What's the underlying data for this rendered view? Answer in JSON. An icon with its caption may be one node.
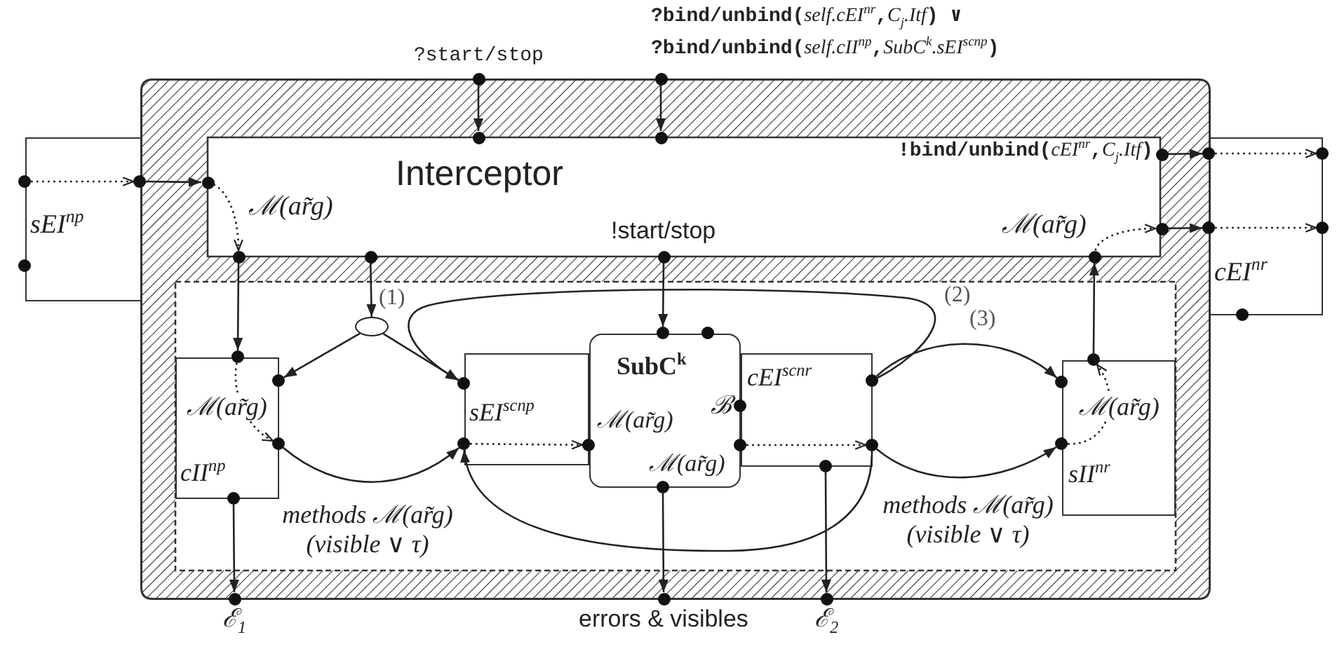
{
  "diagram": {
    "nodes": [
      {
        "text": [
          "Interceptor"
        ]
      },
      {
        "text": [
          "sEI$^{np}$"
        ]
      },
      {
        "text": [
          "cEI$^{nr}$"
        ]
      },
      {
        "text": [
          "cII$^{np}$"
        ],
        "in": 0
      },
      {
        "text": [],
        "shape": "ellipse",
        "in": 0
      },
      {
        "text": [
          "sEI$^{scnp}$"
        ],
        "in": 0
      },
      {
        "text": [
          "SubC$^{k}$"
        ],
        "in": 0
      },
      {
        "text": [
          "cEI$^{scnr}$"
        ],
        "in": 0
      },
      {
        "text": [
          "sII$^{nr}$"
        ],
        "in": 0
      },
      {
        "text": [],
        "shape": "circle",
        "beside": [
          "?start/stop"
        ]
      },
      {
        "text": [],
        "shape": "circle",
        "beside": [
          "?bind/unbind(*self.cEI*$^{nr}$,*C*$_{j}$*.Itf*) ∨",
          "?bind/unbind(*self.cII*$^{np}$,*SubC*$^{k}$*.sEI*$^{scnp}$)"
        ]
      },
      {
        "text": [],
        "shape": "circle",
        "in": 0
      },
      {
        "text": [],
        "shape": "circle",
        "in": 0
      },
      {
        "text": [],
        "shape": "circle",
        "in": 0,
        "beside": [
          "!bind/unbind(*cEI*$^{nr}$,*C*$_{j}$*.Itf*)"
        ]
      },
      {
        "text": [],
        "shape": "circle",
        "in": 2
      },
      {
        "text": [],
        "shape": "circle",
        "in": 2
      },
      {
        "text": [],
        "shape": "circle",
        "in": 1
      },
      {
        "text": [],
        "shape": "circle",
        "in": 1
      },
      {
        "text": [],
        "shape": "circle",
        "in": 0
      },
      {
        "text": [],
        "shape": "circle",
        "in": 0
      },
      {
        "text": [],
        "shape": "circle",
        "in": 2
      },
      {
        "text": [],
        "shape": "circle",
        "in": 2
      },
      {
        "text": [],
        "shape": "circle",
        "in": 0
      },
      {
        "text": [],
        "shape": "circle",
        "in": 0
      },
      {
        "text": [],
        "shape": "circle",
        "in": 0,
        "beside": [
          "!start/stop"
        ]
      },
      {
        "text": [],
        "shape": "circle",
        "in": 0
      },
      {
        "text": [],
        "shape": "circle",
        "in": 1
      },
      {
        "text": [],
        "shape": "circle",
        "in": 2
      },
      {
        "text": [],
        "shape": "circle",
        "in": 6
      },
      {
        "text": [],
        "shape": "circle",
        "in": 6
      },
      {
        "text": [],
        "shape": "circle",
        "in": 3
      },
      {
        "text": [],
        "shape": "circle",
        "in": 8
      },
      {
        "text": [],
        "shape": "circle",
        "in": 3
      },
      {
        "text": [],
        "shape": "circle",
        "in": 5
      },
      {
        "text": [],
        "shape": "circle",
        "in": 7
      },
      {
        "text": [],
        "shape": "circle",
        "in": 8
      },
      {
        "text": [],
        "shape": "circle",
        "in": 6,
        "beside": [
          "ℬ"
        ]
      },
      {
        "text": [],
        "shape": "circle",
        "in": 3
      },
      {
        "text": [],
        "shape": "circle",
        "in": 5
      },
      {
        "text": [],
        "shape": "circle",
        "in": 6,
        "beside": [
          "ℳ(ar̃g)"
        ]
      },
      {
        "text": [],
        "shape": "circle",
        "in": 6,
        "beside": [
          "ℳ(ar̃g)"
        ]
      },
      {
        "text": [],
        "shape": "circle",
        "in": 7
      },
      {
        "text": [],
        "shape": "circle",
        "in": 8
      },
      {
        "text": [],
        "shape": "circle",
        "in": 7
      },
      {
        "text": [],
        "shape": "circle",
        "in": 6
      },
      {
        "text": [],
        "shape": "circle",
        "in": 3
      },
      {
        "text": [],
        "shape": "circle",
        "beside": [
          "ℰ$_{1}$"
        ]
      },
      {
        "text": [],
        "shape": "circle",
        "beside": [
          "errors & visibles"
        ]
      },
      {
        "text": [],
        "shape": "circle",
        "beside": [
          "ℰ$_{2}$"
        ]
      }
    ],
    "edges": [
      {
        "from": 9,
        "to": 11,
        "arrow": "to"
      },
      {
        "from": 10,
        "to": 12,
        "arrow": "to"
      },
      {
        "from": 13,
        "to": 14,
        "arrow": "to"
      },
      {
        "from": 14,
        "to": 15,
        "arrow": "to",
        "style": "dashed"
      },
      {
        "from": 16,
        "to": 17,
        "arrow": "to",
        "style": "dashed"
      },
      {
        "from": 17,
        "to": 18,
        "arrow": "to"
      },
      {
        "from": 19,
        "to": 20,
        "arrow": "to"
      },
      {
        "from": 20,
        "to": 21,
        "arrow": "to",
        "style": "dashed"
      },
      {
        "from": 18,
        "to": 22,
        "arrow": "to",
        "style": "dashed",
        "label": "ℳ(ar̃g)"
      },
      {
        "from": 25,
        "to": 19,
        "arrow": "to",
        "style": "dashed",
        "label": "ℳ(ar̃g)"
      },
      {
        "from": 22,
        "to": 30,
        "arrow": "to"
      },
      {
        "from": 23,
        "to": 4,
        "arrow": "to",
        "label": "(1)"
      },
      {
        "from": 24,
        "to": 28,
        "arrow": "to"
      },
      {
        "from": 31,
        "to": 25,
        "arrow": "to"
      },
      {
        "from": 4,
        "to": 32,
        "arrow": "to"
      },
      {
        "from": 4,
        "to": 33,
        "arrow": "to"
      },
      {
        "from": 34,
        "to": 33,
        "arrow": "to",
        "label": "(2)"
      },
      {
        "from": 34,
        "to": 35,
        "arrow": "to",
        "label": "(3)"
      },
      {
        "from": 30,
        "to": 37,
        "arrow": "to",
        "style": "dashed",
        "label": "ℳ(ar̃g)"
      },
      {
        "from": 42,
        "to": 31,
        "arrow": "to",
        "style": "dashed",
        "label": "ℳ(ar̃g)"
      },
      {
        "from": 37,
        "to": 38,
        "arrow": "to",
        "label": "methods ℳ(ar̃g) (visible ∨ τ)"
      },
      {
        "from": 41,
        "to": 38,
        "arrow": "to"
      },
      {
        "from": 41,
        "to": 42,
        "arrow": "to",
        "label": "methods ℳ(ar̃g) (visible ∨ τ)"
      },
      {
        "from": 38,
        "to": 39,
        "arrow": "to",
        "style": "dashed"
      },
      {
        "from": 40,
        "to": 41,
        "arrow": "to",
        "style": "dashed"
      },
      {
        "from": 45,
        "to": 46,
        "arrow": "to"
      },
      {
        "from": 44,
        "to": 47,
        "arrow": "to"
      },
      {
        "from": 43,
        "to": 48,
        "arrow": "to"
      }
    ]
  }
}
